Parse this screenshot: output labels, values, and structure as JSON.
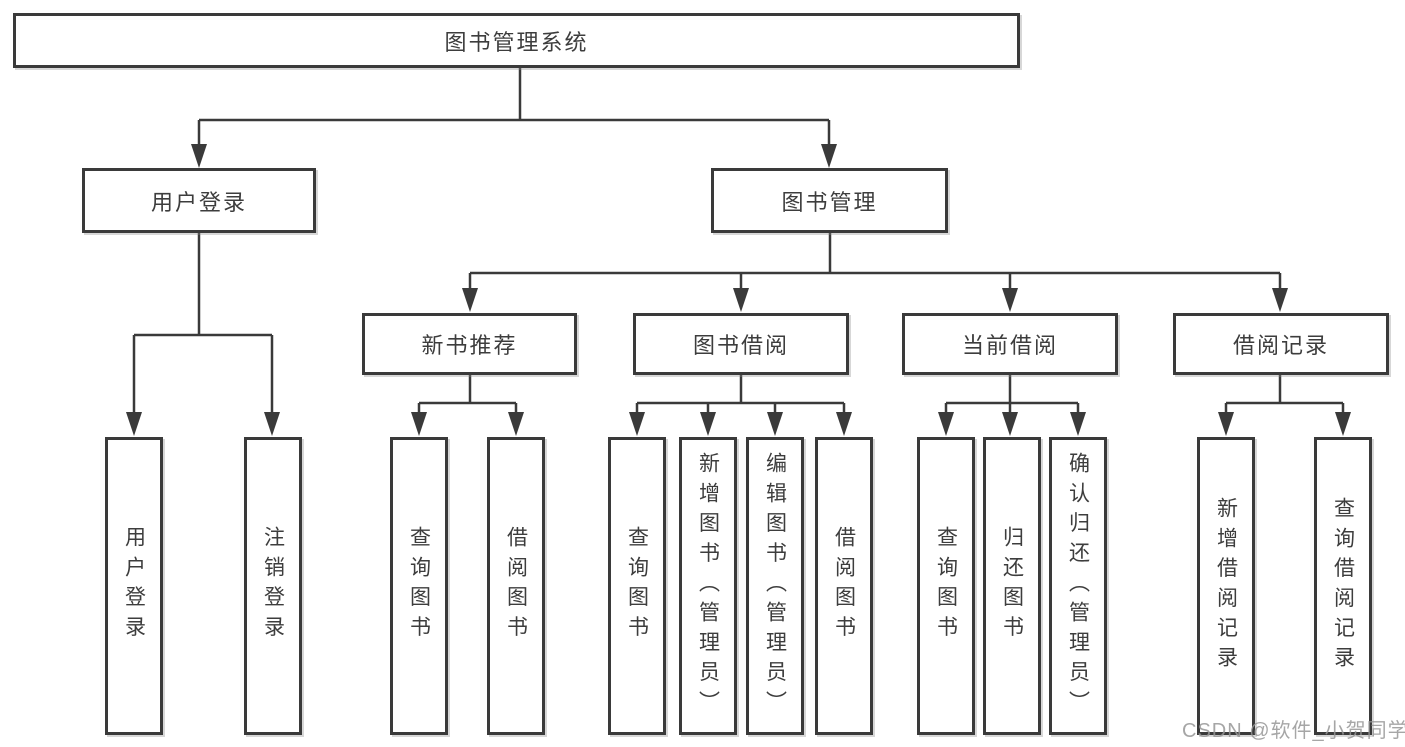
{
  "watermark": "CSDN @软件_小贺同学",
  "diagram": {
    "type": "tree",
    "root": "图书管理系统",
    "children": [
      {
        "label": "用户登录",
        "children": [
          "用户登录",
          "注销登录"
        ]
      },
      {
        "label": "图书管理",
        "children": [
          {
            "label": "新书推荐",
            "children": [
              "查询图书",
              "借阅图书"
            ]
          },
          {
            "label": "图书借阅",
            "children": [
              "查询图书",
              "新增图书（管理员）",
              "编辑图书（管理员）",
              "借阅图书"
            ]
          },
          {
            "label": "当前借阅",
            "children": [
              "查询图书",
              "归还图书",
              "确认归还（管理员）"
            ]
          },
          {
            "label": "借阅记录",
            "children": [
              "新增借阅记录",
              "查询借阅记录"
            ]
          }
        ]
      }
    ]
  },
  "style": {
    "line_color": "#3a3a3a",
    "box_border_color": "#3a3a3a",
    "text_color": "#3d3d3d",
    "background_color": "#ffffff",
    "watermark_color": "#969696"
  }
}
